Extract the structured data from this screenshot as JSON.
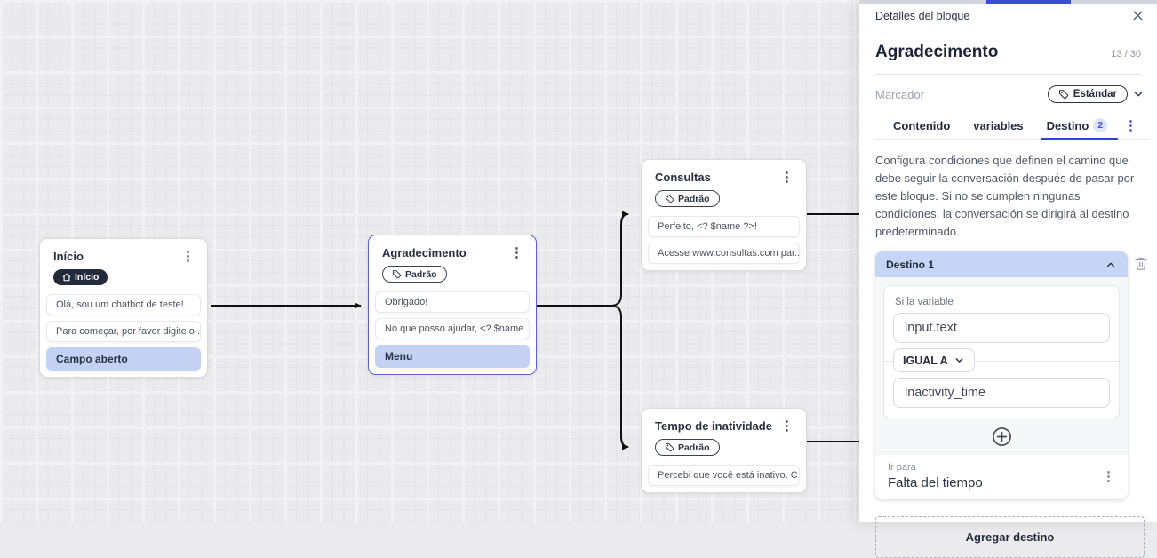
{
  "canvas": {
    "nodes": [
      {
        "title": "Início",
        "badge": "Início",
        "messages": [
          "Olá, sou um chatbot de teste!",
          "Para começar, por favor digite o ..."
        ],
        "highlight": "Campo aberto"
      },
      {
        "title": "Agradecimento",
        "badge": "Padrão",
        "messages": [
          "Obrigado!",
          "No que posso ajudar, <? $name ..."
        ],
        "highlight": "Menu"
      },
      {
        "title": "Consultas",
        "badge": "Padrão",
        "messages": [
          "Perfeito, <? $name ?>!",
          "Acesse www.consultas.com par..."
        ]
      },
      {
        "title": "Tempo de inatividade",
        "badge": "Padrão",
        "messages": [
          "Percebi que você está inativo. C..."
        ]
      }
    ]
  },
  "panel": {
    "title": "Detalles del bloque",
    "block_name": "Agradecimento",
    "char_counter": "13 / 30",
    "marcador_label": "Marcador",
    "marcador_value": "Estándar",
    "tabs": [
      {
        "label": "Contenido"
      },
      {
        "label": "variables"
      },
      {
        "label": "Destino",
        "badge": "2"
      }
    ],
    "description": "Configura condiciones que definen el camino que debe seguir la conversación después de pasar por este bloque. Si no se cumplen ningunas condiciones, la conversación se dirigirá al destino predeterminado.",
    "destino": {
      "header": "Destino 1",
      "condition_label": "Si la variable",
      "variable_value": "input.text",
      "operator": "IGUAL A",
      "compare_value": "inactivity_time",
      "goto_label": "Ir para",
      "goto_value": "Falta del tiempo"
    },
    "add_destination_label": "Agregar destino"
  },
  "colors": {
    "accent_blue": "#2c44d4",
    "selected_node_border": "#5d5fce",
    "highlight_row": "#c5d1f3",
    "destino_header_bg": "#c6d4f5",
    "dark_badge_bg": "#232b3a",
    "edge_color": "#0f1115"
  }
}
